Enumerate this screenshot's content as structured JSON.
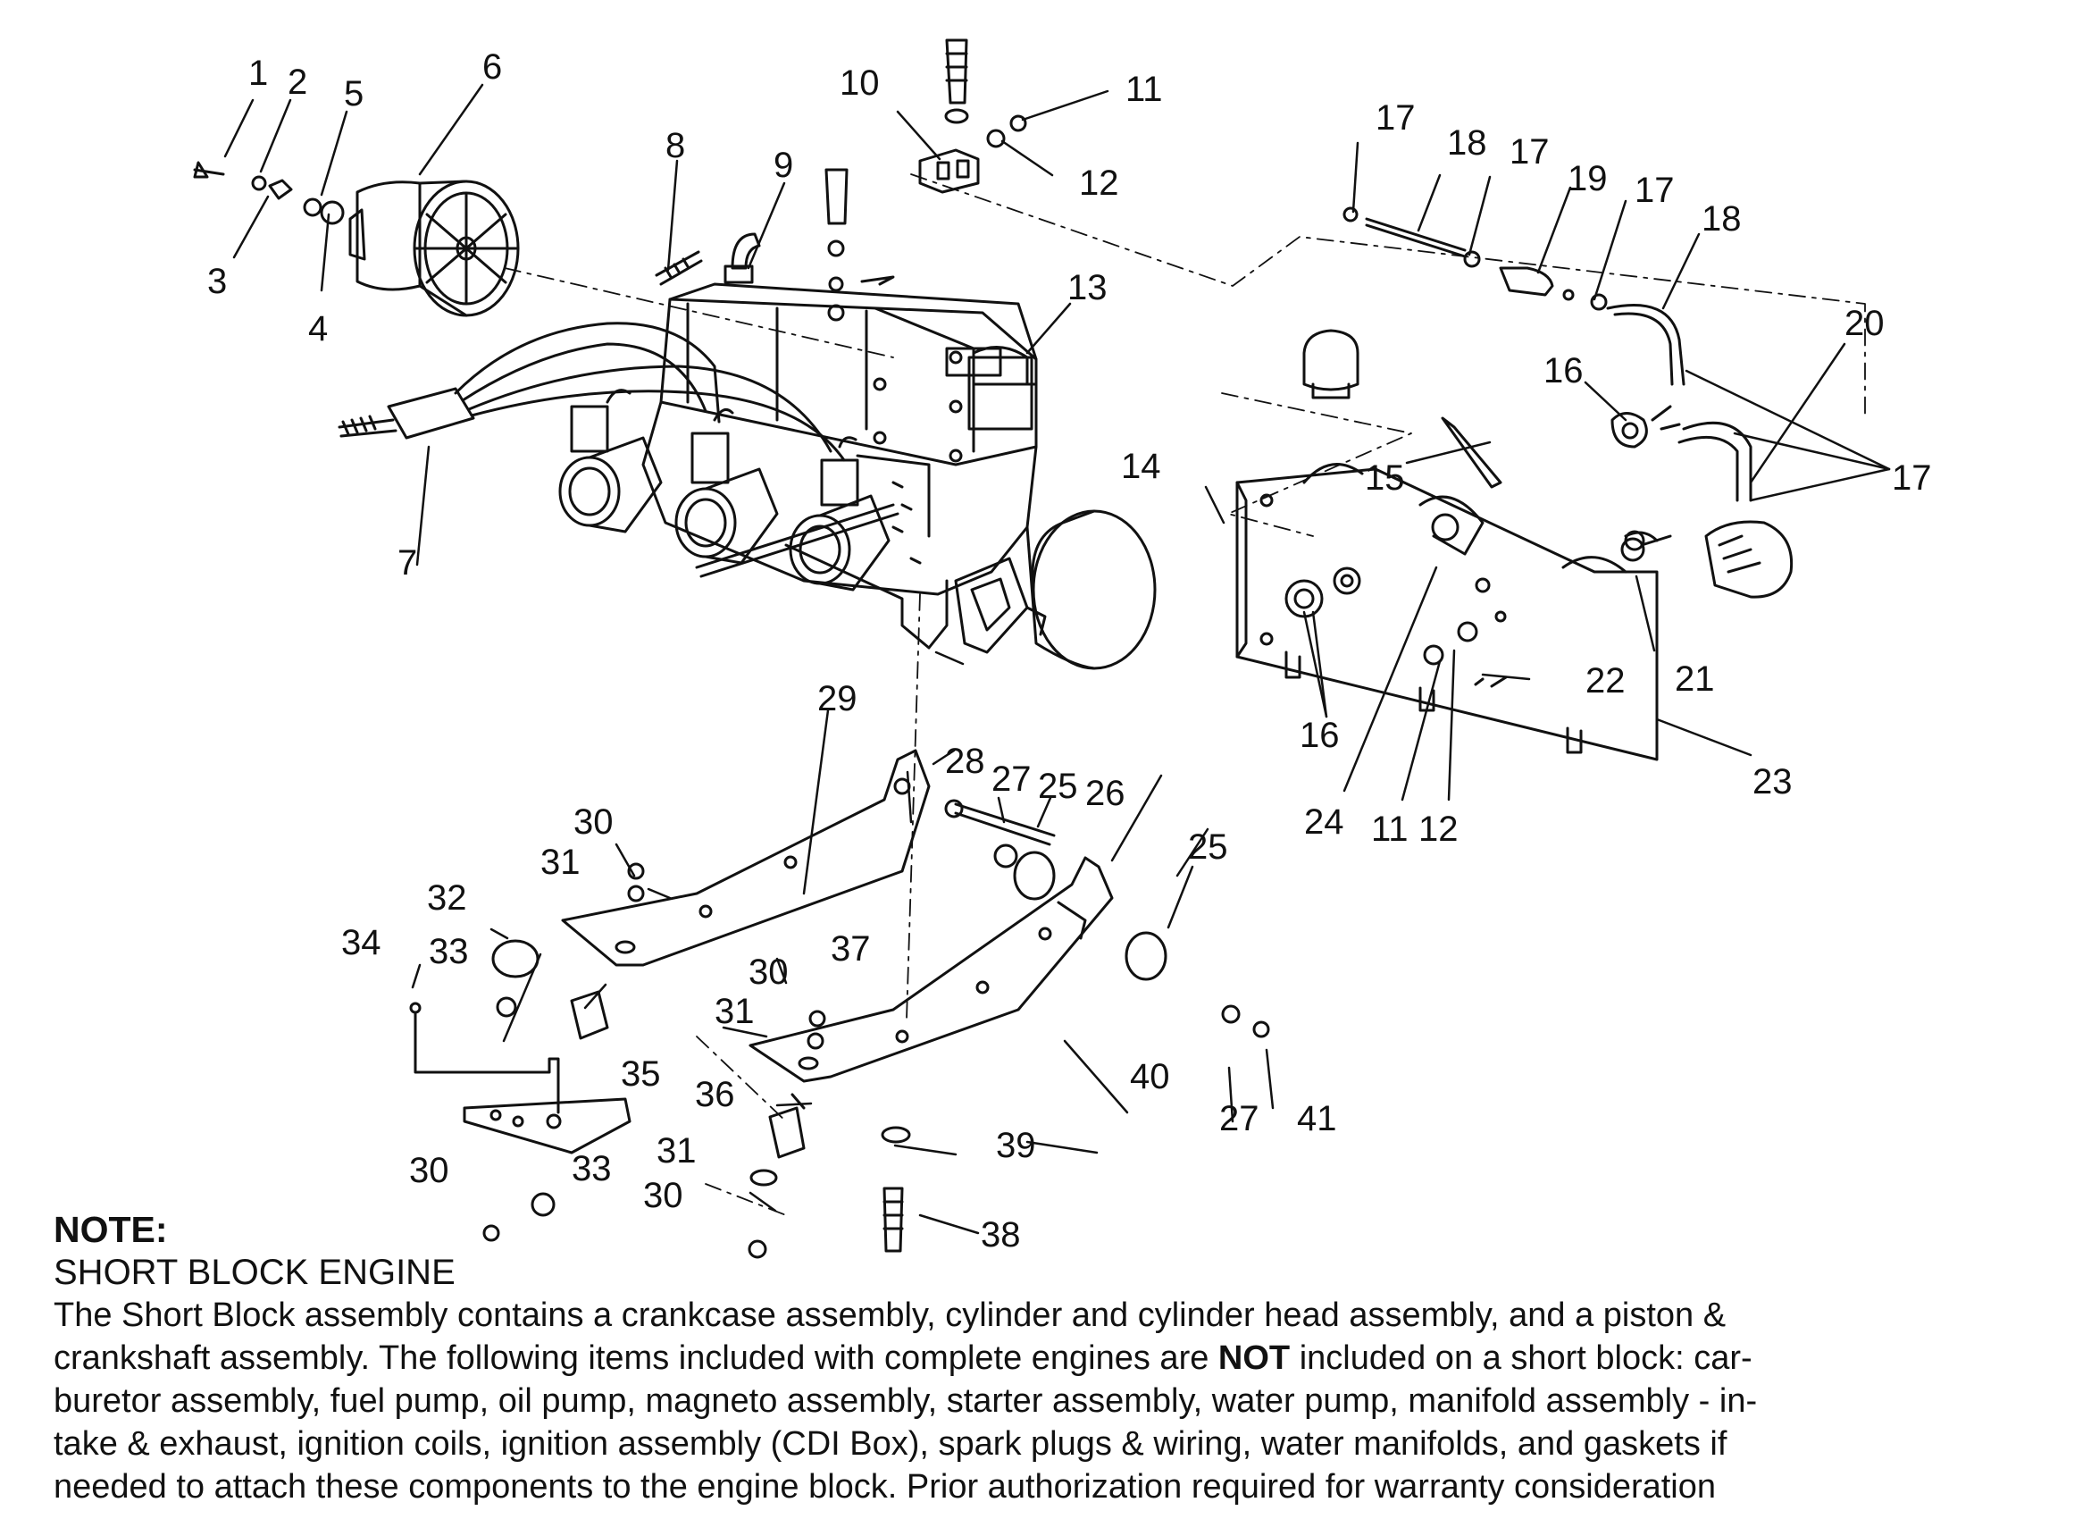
{
  "callouts": [
    {
      "id": "c1",
      "text": "1"
    },
    {
      "id": "c2",
      "text": "2"
    },
    {
      "id": "c3",
      "text": "3"
    },
    {
      "id": "c4",
      "text": "4"
    },
    {
      "id": "c5",
      "text": "5"
    },
    {
      "id": "c6",
      "text": "6"
    },
    {
      "id": "c7",
      "text": "7"
    },
    {
      "id": "c8",
      "text": "8"
    },
    {
      "id": "c9",
      "text": "9"
    },
    {
      "id": "c10",
      "text": "10"
    },
    {
      "id": "c11a",
      "text": "11"
    },
    {
      "id": "c12a",
      "text": "12"
    },
    {
      "id": "c13",
      "text": "13"
    },
    {
      "id": "c14",
      "text": "14"
    },
    {
      "id": "c15",
      "text": "15"
    },
    {
      "id": "c16a",
      "text": "16"
    },
    {
      "id": "c16b",
      "text": "16"
    },
    {
      "id": "c17a",
      "text": "17"
    },
    {
      "id": "c17b",
      "text": "17"
    },
    {
      "id": "c17c",
      "text": "17"
    },
    {
      "id": "c17d",
      "text": "17"
    },
    {
      "id": "c18a",
      "text": "18"
    },
    {
      "id": "c18b",
      "text": "18"
    },
    {
      "id": "c19",
      "text": "19"
    },
    {
      "id": "c20",
      "text": "20"
    },
    {
      "id": "c21",
      "text": "21"
    },
    {
      "id": "c22",
      "text": "22"
    },
    {
      "id": "c23",
      "text": "23"
    },
    {
      "id": "c24",
      "text": "24"
    },
    {
      "id": "c11b",
      "text": "11"
    },
    {
      "id": "c12b",
      "text": "12"
    },
    {
      "id": "c25a",
      "text": "25"
    },
    {
      "id": "c25b",
      "text": "25"
    },
    {
      "id": "c26",
      "text": "26"
    },
    {
      "id": "c27a",
      "text": "27"
    },
    {
      "id": "c27b",
      "text": "27"
    },
    {
      "id": "c28",
      "text": "28"
    },
    {
      "id": "c29",
      "text": "29"
    },
    {
      "id": "c30a",
      "text": "30"
    },
    {
      "id": "c30b",
      "text": "30"
    },
    {
      "id": "c30c",
      "text": "30"
    },
    {
      "id": "c30d",
      "text": "30"
    },
    {
      "id": "c31a",
      "text": "31"
    },
    {
      "id": "c31b",
      "text": "31"
    },
    {
      "id": "c31c",
      "text": "31"
    },
    {
      "id": "c32",
      "text": "32"
    },
    {
      "id": "c33a",
      "text": "33"
    },
    {
      "id": "c33b",
      "text": "33"
    },
    {
      "id": "c34",
      "text": "34"
    },
    {
      "id": "c35",
      "text": "35"
    },
    {
      "id": "c36",
      "text": "36"
    },
    {
      "id": "c37",
      "text": "37"
    },
    {
      "id": "c38",
      "text": "38"
    },
    {
      "id": "c39",
      "text": "39"
    },
    {
      "id": "c40",
      "text": "40"
    },
    {
      "id": "c41",
      "text": "41"
    }
  ],
  "note": {
    "heading": "NOTE:",
    "title": "SHORT BLOCK ENGINE",
    "line1": "The Short Block assembly contains a crankcase assembly, cylinder and cylinder head assembly, and a piston &",
    "line2a": "crankshaft assembly.  The following items included with complete engines are ",
    "line2b": "NOT",
    "line2c": " included on a short block:  car-",
    "line3": "buretor assembly, fuel pump, oil pump, magneto assembly, starter assembly, water pump, manifold assembly - in-",
    "line4": "take & exhaust, ignition coils, ignition assembly (CDI Box), spark plugs & wiring, water manifolds, and gaskets if",
    "line5": "needed to attach these components to the engine block.  Prior authorization required for warranty consideration"
  }
}
